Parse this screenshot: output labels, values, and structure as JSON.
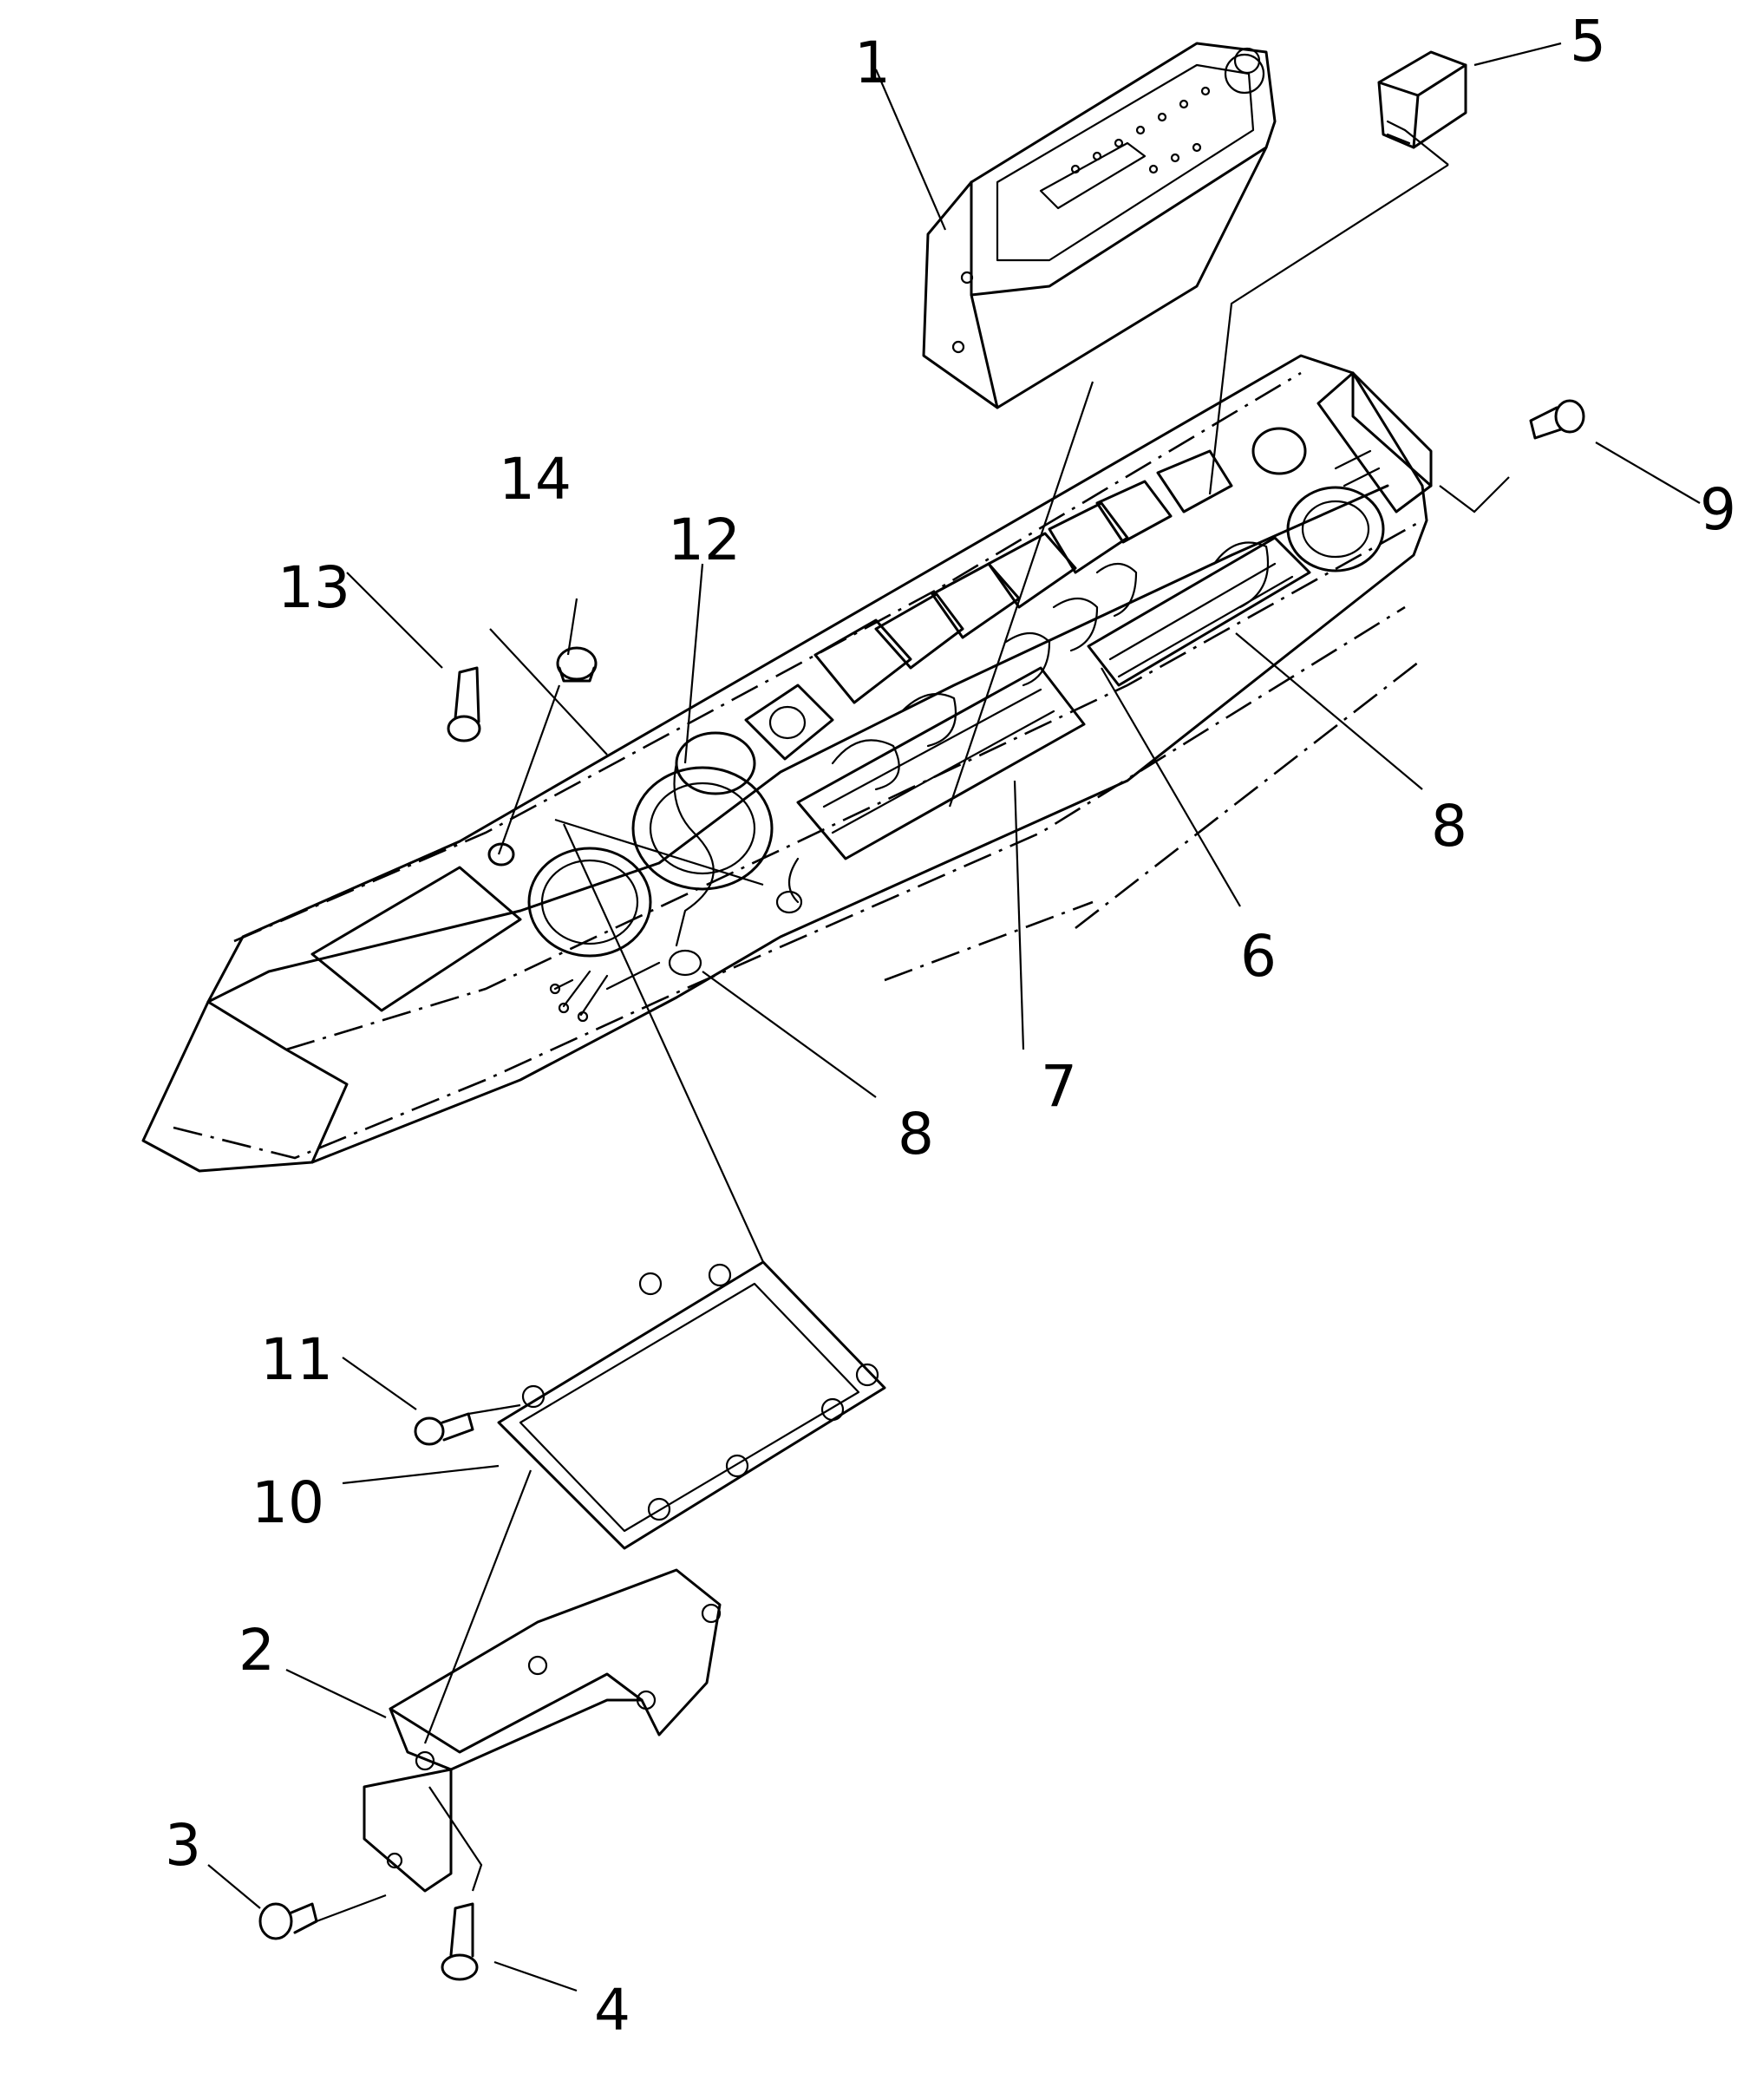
{
  "callouts": [
    {
      "id": "1",
      "label": "1"
    },
    {
      "id": "2",
      "label": "2"
    },
    {
      "id": "3",
      "label": "3"
    },
    {
      "id": "4",
      "label": "4"
    },
    {
      "id": "5",
      "label": "5"
    },
    {
      "id": "6",
      "label": "6"
    },
    {
      "id": "7",
      "label": "7"
    },
    {
      "id": "8a",
      "label": "8"
    },
    {
      "id": "8b",
      "label": "8"
    },
    {
      "id": "9",
      "label": "9"
    },
    {
      "id": "10",
      "label": "10"
    },
    {
      "id": "11",
      "label": "11"
    },
    {
      "id": "12",
      "label": "12"
    },
    {
      "id": "13",
      "label": "13"
    },
    {
      "id": "14",
      "label": "14"
    }
  ]
}
